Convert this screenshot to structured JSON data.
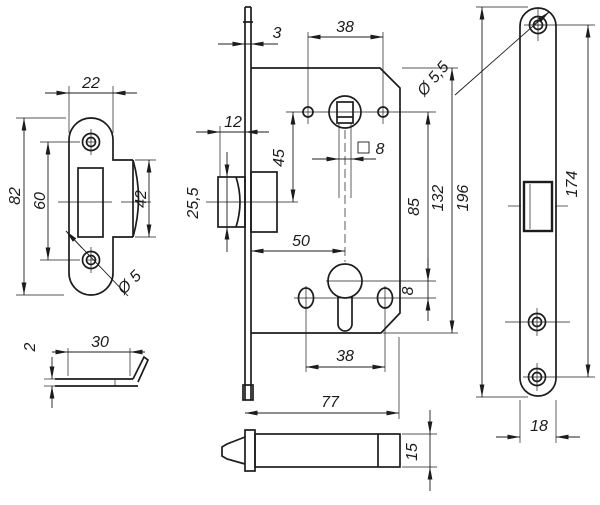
{
  "colors": {
    "ink": "#1c1c1c",
    "background": "#ffffff"
  },
  "views": {
    "strike_front": {
      "dim_width": "22",
      "dim_height": "82",
      "dim_screw_spacing": "60",
      "dim_tongue_height": "42",
      "dim_screw_hole_dia": "Ø 5"
    },
    "strike_side": {
      "dim_thickness": "2",
      "dim_lip_length": "30"
    },
    "lock_body": {
      "dim_faceplate_thickness": "3",
      "dim_top_hole_spacing": "38",
      "dim_latch_protrusion": "12",
      "dim_axis_to_latch": "45",
      "dim_latch_height": "25,5",
      "dim_backset": "50",
      "dim_spindle_square": "8",
      "dim_axis_to_cylinder": "85",
      "dim_case_height": "132",
      "dim_cylinder_hole_offset": "8",
      "dim_bottom_hole_spacing": "38",
      "dim_case_depth": "77",
      "dim_bolt_height": "15"
    },
    "faceplate_front": {
      "dim_length": "196",
      "dim_hole_spacing": "174",
      "dim_width": "18",
      "dim_hole_dia": "Ø 5,5"
    }
  }
}
